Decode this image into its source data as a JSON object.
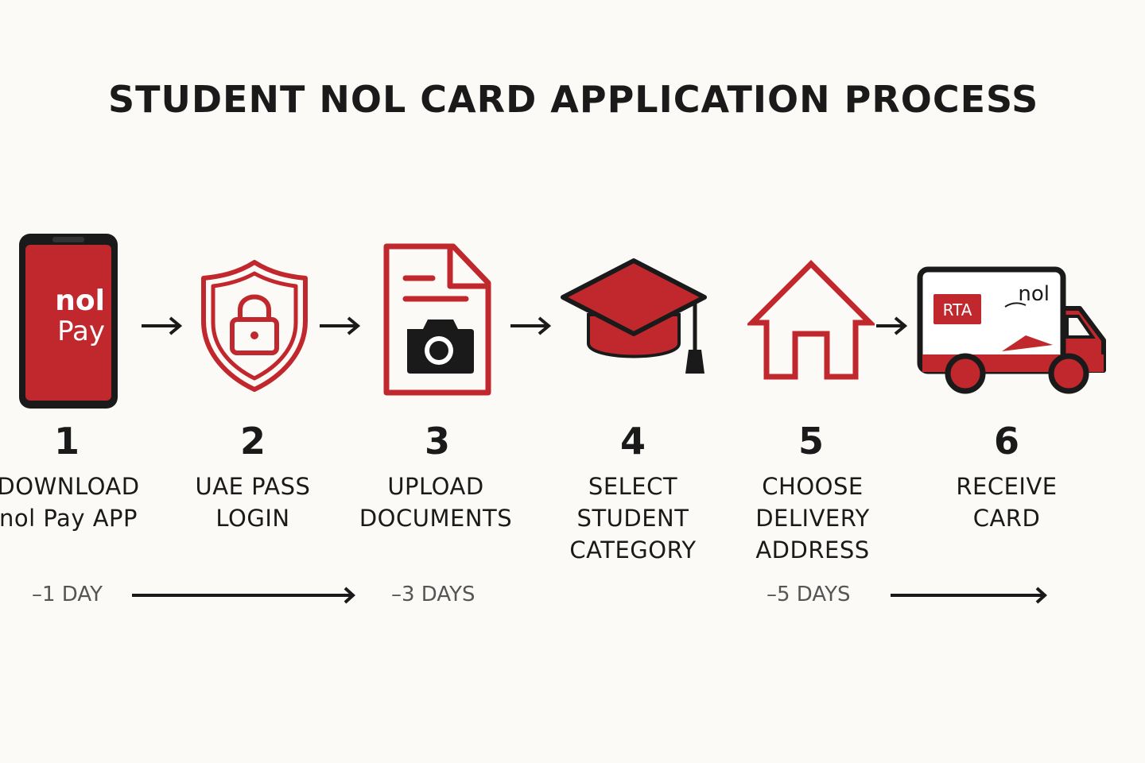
{
  "title": "STUDENT NOL CARD APPLICATION PROCESS",
  "colors": {
    "accent": "#c0282d",
    "ink": "#1a1a1a",
    "background": "#fcfaf6"
  },
  "steps": [
    {
      "number": "1",
      "lines": [
        "DOWNLOAD",
        "nol Pay APP"
      ],
      "icon": "phone-icon",
      "icon_text": [
        "nol",
        "Pay"
      ]
    },
    {
      "number": "2",
      "lines": [
        "UAE PASS",
        "LOGIN"
      ],
      "icon": "shield-lock-icon"
    },
    {
      "number": "3",
      "lines": [
        "UPLOAD",
        "DOCUMENTS"
      ],
      "icon": "document-camera-icon"
    },
    {
      "number": "4",
      "lines": [
        "SELECT",
        "STUDENT",
        "CATEGORY"
      ],
      "icon": "graduation-cap-icon"
    },
    {
      "number": "5",
      "lines": [
        "CHOOSE",
        "DELIVERY",
        "ADDRESS"
      ],
      "icon": "house-icon"
    },
    {
      "number": "6",
      "lines": [
        "RECEIVE",
        "CARD"
      ],
      "icon": "delivery-truck-icon",
      "icon_text": [
        "RTA",
        "nol"
      ]
    }
  ],
  "timeline": [
    "–1 DAY",
    "–3 DAYS",
    "–5 DAYS"
  ]
}
